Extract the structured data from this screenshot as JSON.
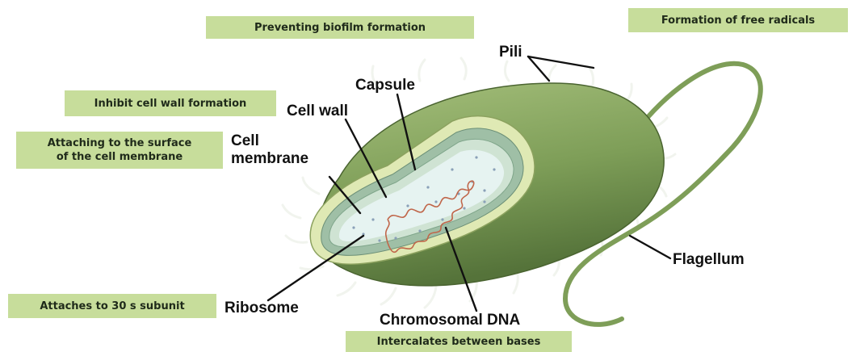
{
  "mechanism_boxes": {
    "biofilm": "Preventing biofilm formation",
    "free_radicals": "Formation of free radicals",
    "cell_wall": "Inhibit cell wall formation",
    "membrane": "Attaching to the surface\nof the cell membrane",
    "subunit": "Attaches to 30 s subunit",
    "intercalate": "Intercalates between bases"
  },
  "structure_labels": {
    "pili": "Pili",
    "capsule": "Capsule",
    "cell_wall": "Cell wall",
    "cell_membrane": "Cell\nmembrane",
    "ribosome": "Ribosome",
    "chromosomal_dna": "Chromosomal DNA",
    "flagellum": "Flagellum"
  },
  "colors": {
    "box_fill": "#c7dd9b",
    "cell_body": "#7e9e58",
    "capsule_layer": "#dfe9b4",
    "wall_layer": "#9fbfa6",
    "cytoplasm": "#e6f3f1",
    "dna": "#c0664a"
  }
}
